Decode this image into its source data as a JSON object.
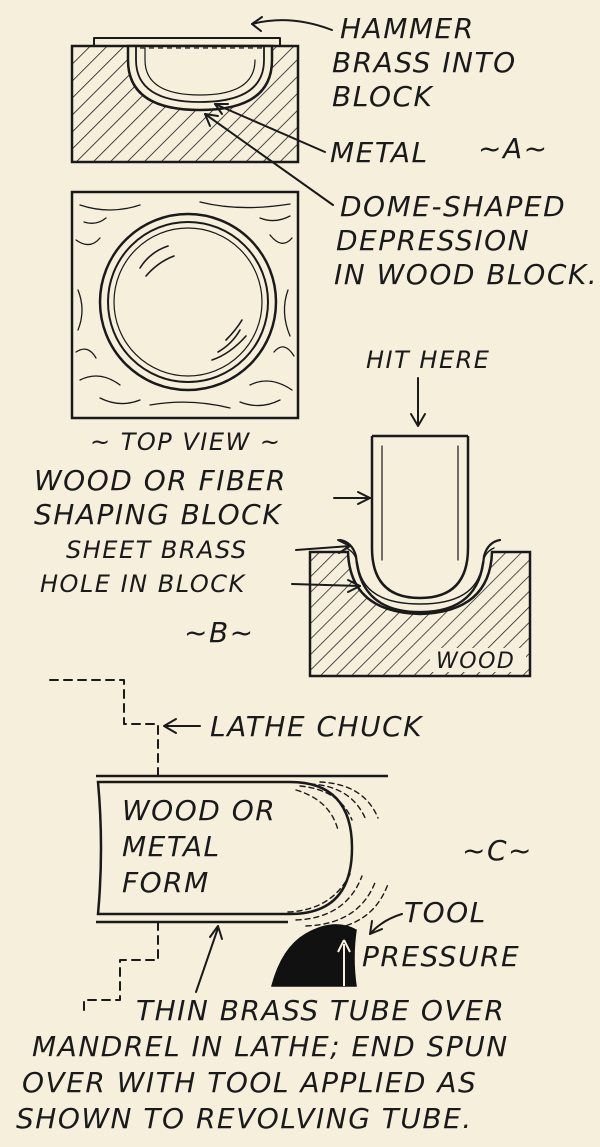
{
  "figure_a": {
    "hammer_label_line1": "HAMMER",
    "hammer_label_line2": "BRASS INTO",
    "hammer_label_line3": "BLOCK",
    "metal_label": "METAL",
    "section_marker": "~A~",
    "depression_label_line1": "DOME-SHAPED",
    "depression_label_line2": "DEPRESSION",
    "depression_label_line3": "IN WOOD BLOCK.",
    "top_view_label": "~ TOP VIEW ~"
  },
  "figure_b": {
    "hit_label": "HIT HERE",
    "shaping_block_line1": "WOOD OR FIBER",
    "shaping_block_line2": "SHAPING BLOCK",
    "sheet_brass_label": "SHEET BRASS",
    "hole_label": "HOLE IN BLOCK",
    "section_marker": "~B~",
    "wood_label": "WOOD"
  },
  "figure_c": {
    "chuck_label": "LATHE CHUCK",
    "form_line1": "WOOD OR",
    "form_line2": "METAL",
    "form_line3": "FORM",
    "section_marker": "~C~",
    "tool_label_line1": "TOOL",
    "tool_label_line2": "PRESSURE",
    "caption_line1": "THIN BRASS TUBE OVER",
    "caption_line2": "MANDREL  IN LATHE; END SPUN",
    "caption_line3": "OVER WITH TOOL APPLIED AS",
    "caption_line4": "SHOWN TO REVOLVING TUBE."
  }
}
